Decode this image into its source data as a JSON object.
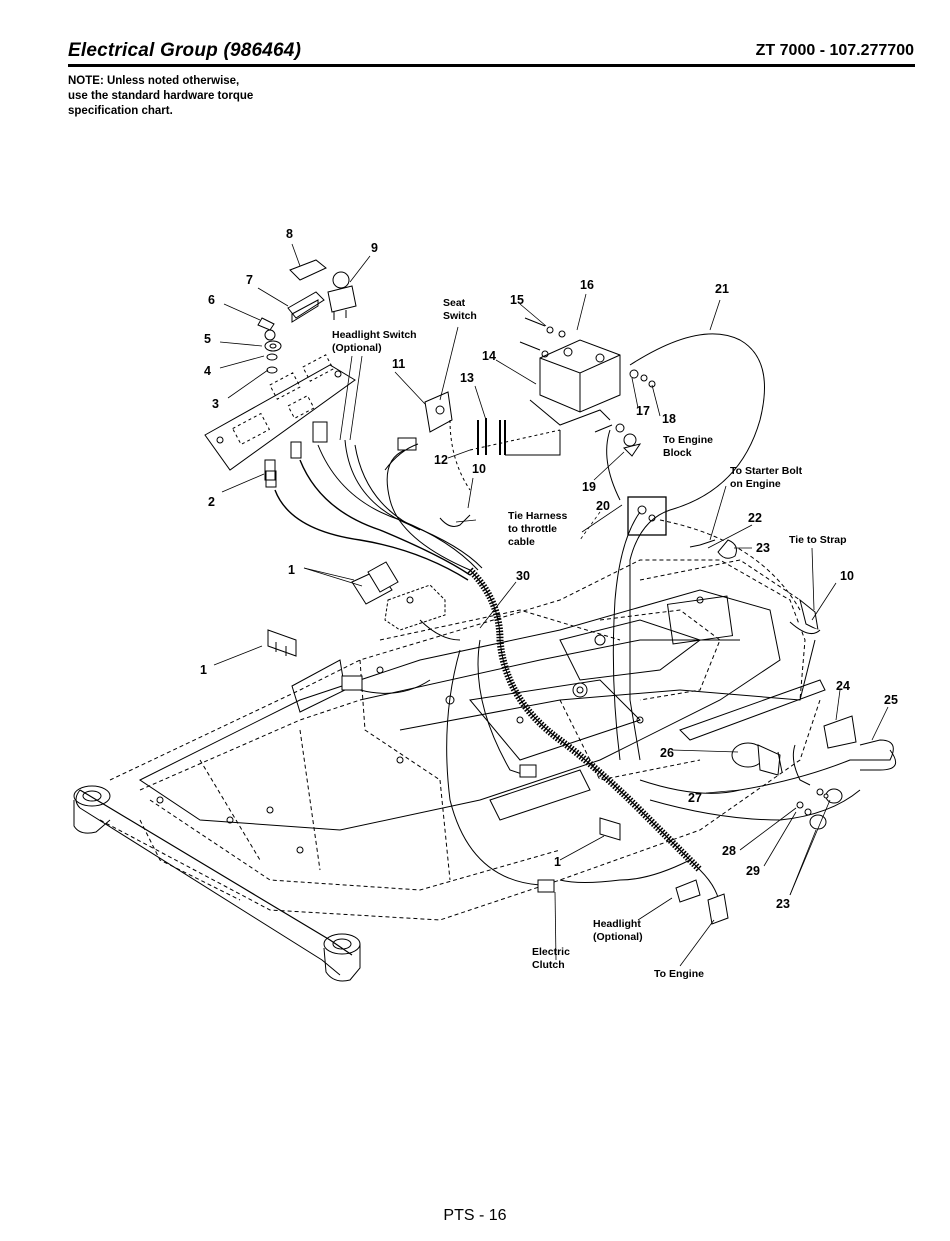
{
  "header": {
    "title": "Electrical Group (986464)",
    "model": "ZT 7000 - 107.277700"
  },
  "note": {
    "lines": [
      "NOTE: Unless noted otherwise,",
      "use the standard hardware torque",
      "specification chart."
    ]
  },
  "callouts": {
    "c8": "8",
    "c9": "9",
    "c7": "7",
    "c6": "6",
    "c5": "5",
    "c4": "4",
    "c3": "3",
    "c2": "2",
    "c11": "11",
    "c15": "15",
    "c16": "16",
    "c21": "21",
    "c14": "14",
    "c13": "13",
    "c17": "17",
    "c18": "18",
    "c12": "12",
    "c10a": "10",
    "c19": "19",
    "c20": "20",
    "c22": "22",
    "c23a": "23",
    "c10b": "10",
    "c1a": "1",
    "c30": "30",
    "c1b": "1",
    "c24": "24",
    "c25": "25",
    "c26": "26",
    "c27": "27",
    "c28": "28",
    "c29": "29",
    "c1c": "1",
    "c23b": "23"
  },
  "labels": {
    "headlight_switch": [
      "Headlight Switch",
      "(Optional)"
    ],
    "seat_switch": [
      "Seat",
      "Switch"
    ],
    "to_engine_block": [
      "To Engine",
      "Block"
    ],
    "to_starter_bolt": [
      "To Starter Bolt",
      "on Engine"
    ],
    "tie_harness": [
      "Tie Harness",
      "to throttle",
      "cable"
    ],
    "tie_to_strap": "Tie to Strap",
    "headlight": [
      "Headlight",
      "(Optional)"
    ],
    "electric_clutch": [
      "Electric",
      "Clutch"
    ],
    "to_engine": "To Engine"
  },
  "footer": {
    "page": "PTS - 16"
  }
}
